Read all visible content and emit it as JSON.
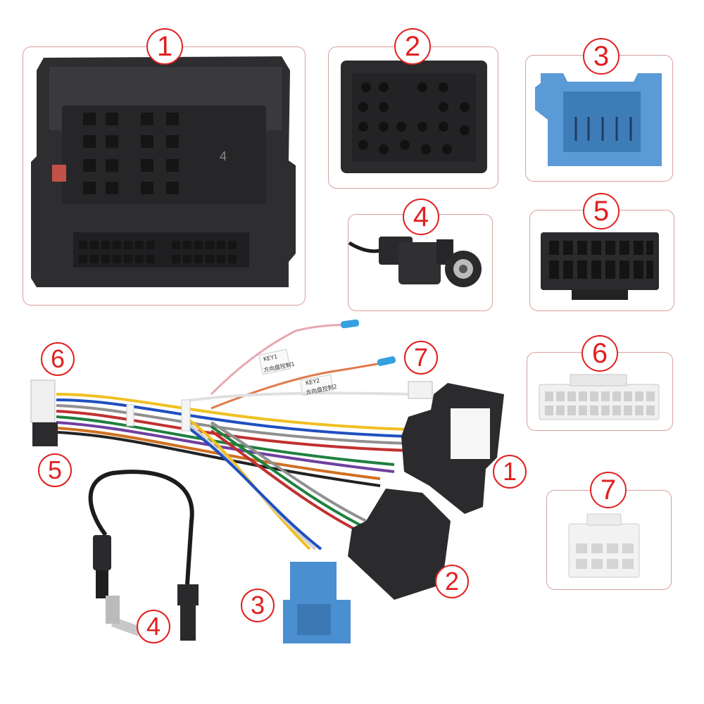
{
  "callouts": {
    "c1": "1",
    "c2": "2",
    "c3": "3",
    "c4": "4",
    "c5": "5",
    "c6": "6",
    "c7": "7"
  },
  "harness_callouts": {
    "h1": "1",
    "h2": "2",
    "h3": "3",
    "h4": "4",
    "h5": "5",
    "h6": "6",
    "h7": "7"
  },
  "connector1_marking": "4",
  "wire_tags": {
    "tag_a_line1": "KEY1",
    "tag_a_line2": "方向盘控制1",
    "tag_b_line1": "KEY2",
    "tag_b_line2": "方向盘控制2"
  },
  "colors": {
    "callout_red": "#e02020",
    "panel_border": "#d8a0a0",
    "connector_black": "#2b2b2d",
    "connector_blue": "#4a8fd0",
    "connector_white": "#f2f2f2"
  }
}
